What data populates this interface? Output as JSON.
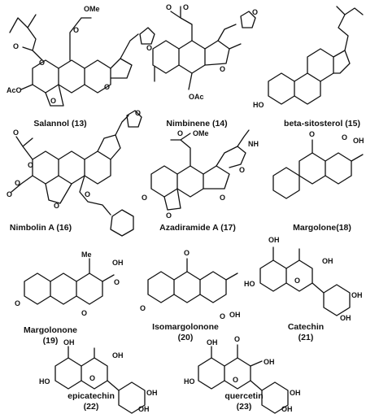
{
  "compounds": [
    {
      "name": "Salannol (13)",
      "atoms": [
        "O",
        "OMe",
        "O",
        "O",
        "AcO",
        "O",
        "O"
      ]
    },
    {
      "name": "Nimbinene (14)",
      "atoms": [
        "O",
        "O",
        "O",
        "O",
        "OAc",
        "O"
      ]
    },
    {
      "name": "beta-sitosterol (15)",
      "atoms": [
        "HO"
      ]
    },
    {
      "name": "Nimbolin A (16)",
      "atoms": [
        "O",
        "O",
        "O",
        "O",
        "O",
        "O",
        "O"
      ]
    },
    {
      "name": "Azadiramide A (17)",
      "atoms": [
        "O",
        "OMe",
        "NH",
        "O",
        "O",
        "O",
        "O"
      ]
    },
    {
      "name": "Margolone(18)",
      "atoms": [
        "O",
        "OH",
        "O"
      ]
    },
    {
      "name": "Margolonone",
      "number": "(19)",
      "atoms": [
        "Me",
        "OH",
        "O",
        "O",
        "O"
      ]
    },
    {
      "name": "Isomargolonone",
      "number": "(20)",
      "atoms": [
        "O",
        "OH",
        "O",
        "O"
      ]
    },
    {
      "name": "Catechin",
      "number": "(21)",
      "atoms": [
        "OH",
        "O",
        "OH",
        "HO",
        "OH",
        "OH"
      ]
    },
    {
      "name": "epicatechin",
      "number": "(22)",
      "atoms": [
        "OH",
        "O",
        "OH",
        "HO",
        "OH",
        "OH"
      ]
    },
    {
      "name": "quercetin",
      "number": "(23)",
      "atoms": [
        "OH",
        "O",
        "O",
        "HO",
        "OH",
        "OH",
        "OH"
      ]
    }
  ]
}
